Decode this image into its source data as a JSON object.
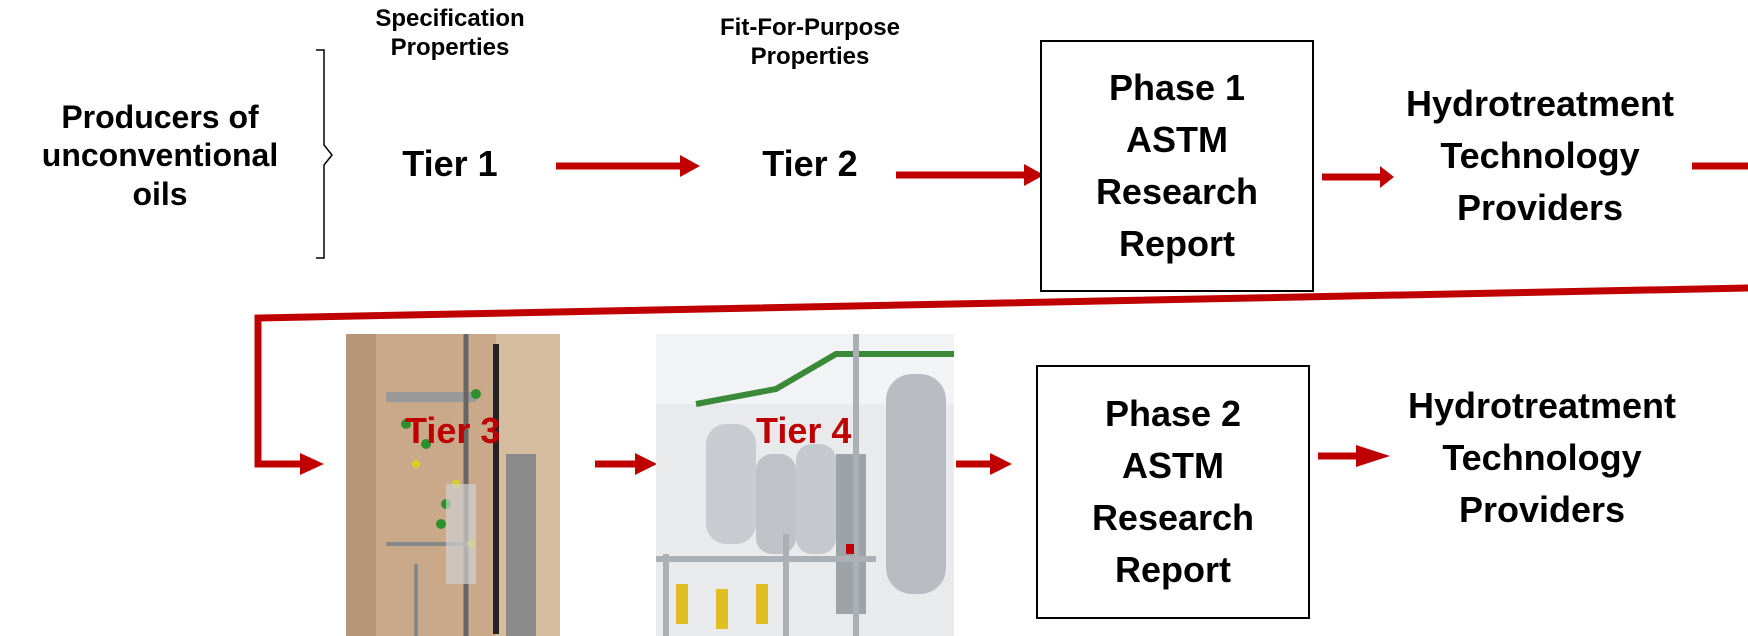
{
  "producers": "Producers of\nunconventional\noils",
  "tier1": {
    "heading": "Specification\nProperties",
    "label": "Tier 1"
  },
  "tier2": {
    "heading": "Fit-For-Purpose\nProperties",
    "label": "Tier 2"
  },
  "phase1": "Phase 1\nASTM\nResearch\nReport",
  "provider1": "Hydrotreatment\nTechnology\nProviders",
  "tier3": {
    "label": "Tier 3",
    "photo_icon": "pilot-reactor-photo"
  },
  "tier4": {
    "label": "Tier 4",
    "photo_icon": "pilot-plant-photo"
  },
  "phase2": "Phase 2\nASTM\nResearch\nReport",
  "provider2": "Hydrotreatment\nTechnology\nProviders",
  "colors": {
    "arrow": "#c00000",
    "overlay_text": "#c00000",
    "box_border": "#000000"
  }
}
